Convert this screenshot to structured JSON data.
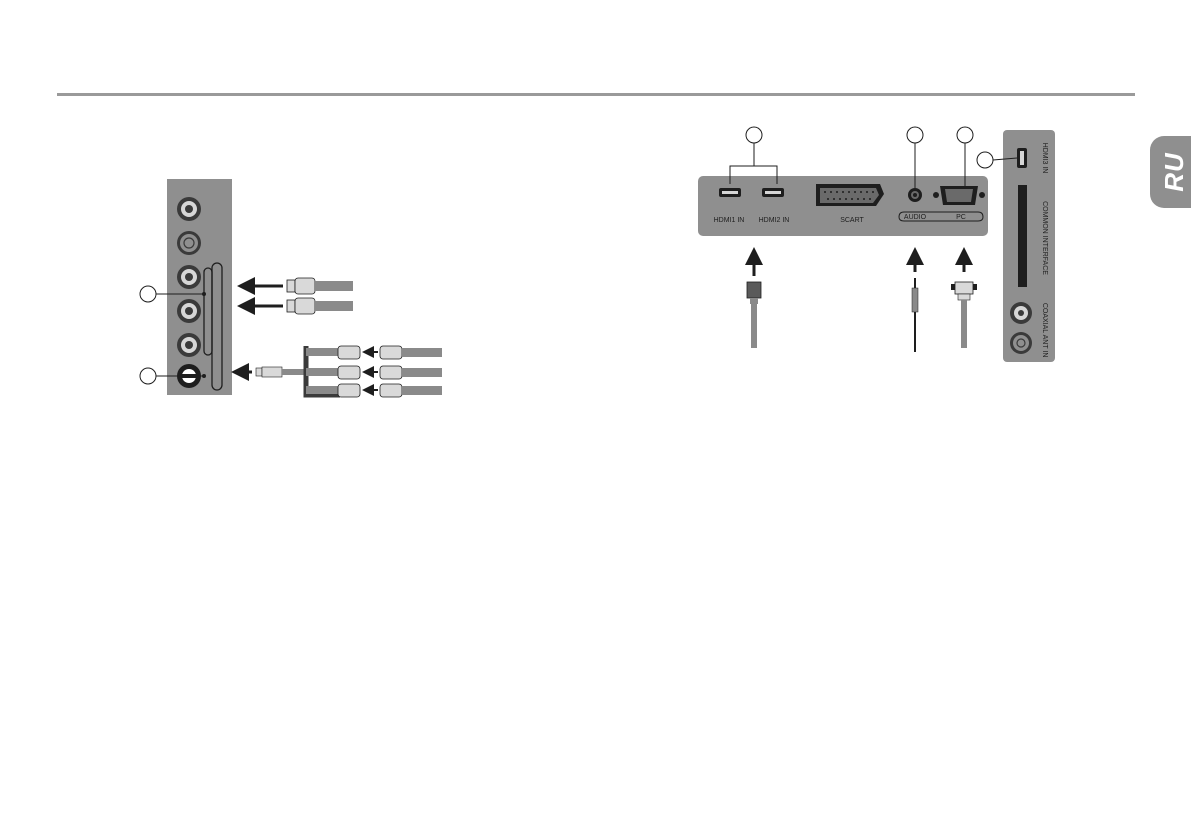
{
  "language_tab": "RU",
  "rear_panel": {
    "hdmi1_label": "HDMI1 IN",
    "hdmi2_label": "HDMI2 IN",
    "scart_label": "SCART",
    "audio_label": "AUDIO",
    "pc_label": "PC"
  },
  "side_panel": {
    "hdmi3_label": "HDMI3 IN",
    "ci_label": "COMMON INTERFACE",
    "coaxial_label": "COAXIAL",
    "ant_label": "ANT IN"
  },
  "colors": {
    "panel": "#8f8f8f",
    "panel_dark": "#3a3a3a",
    "cable": "#8a8a8a",
    "plug": "#d9d9d9",
    "rule": "#9a9a9a"
  }
}
